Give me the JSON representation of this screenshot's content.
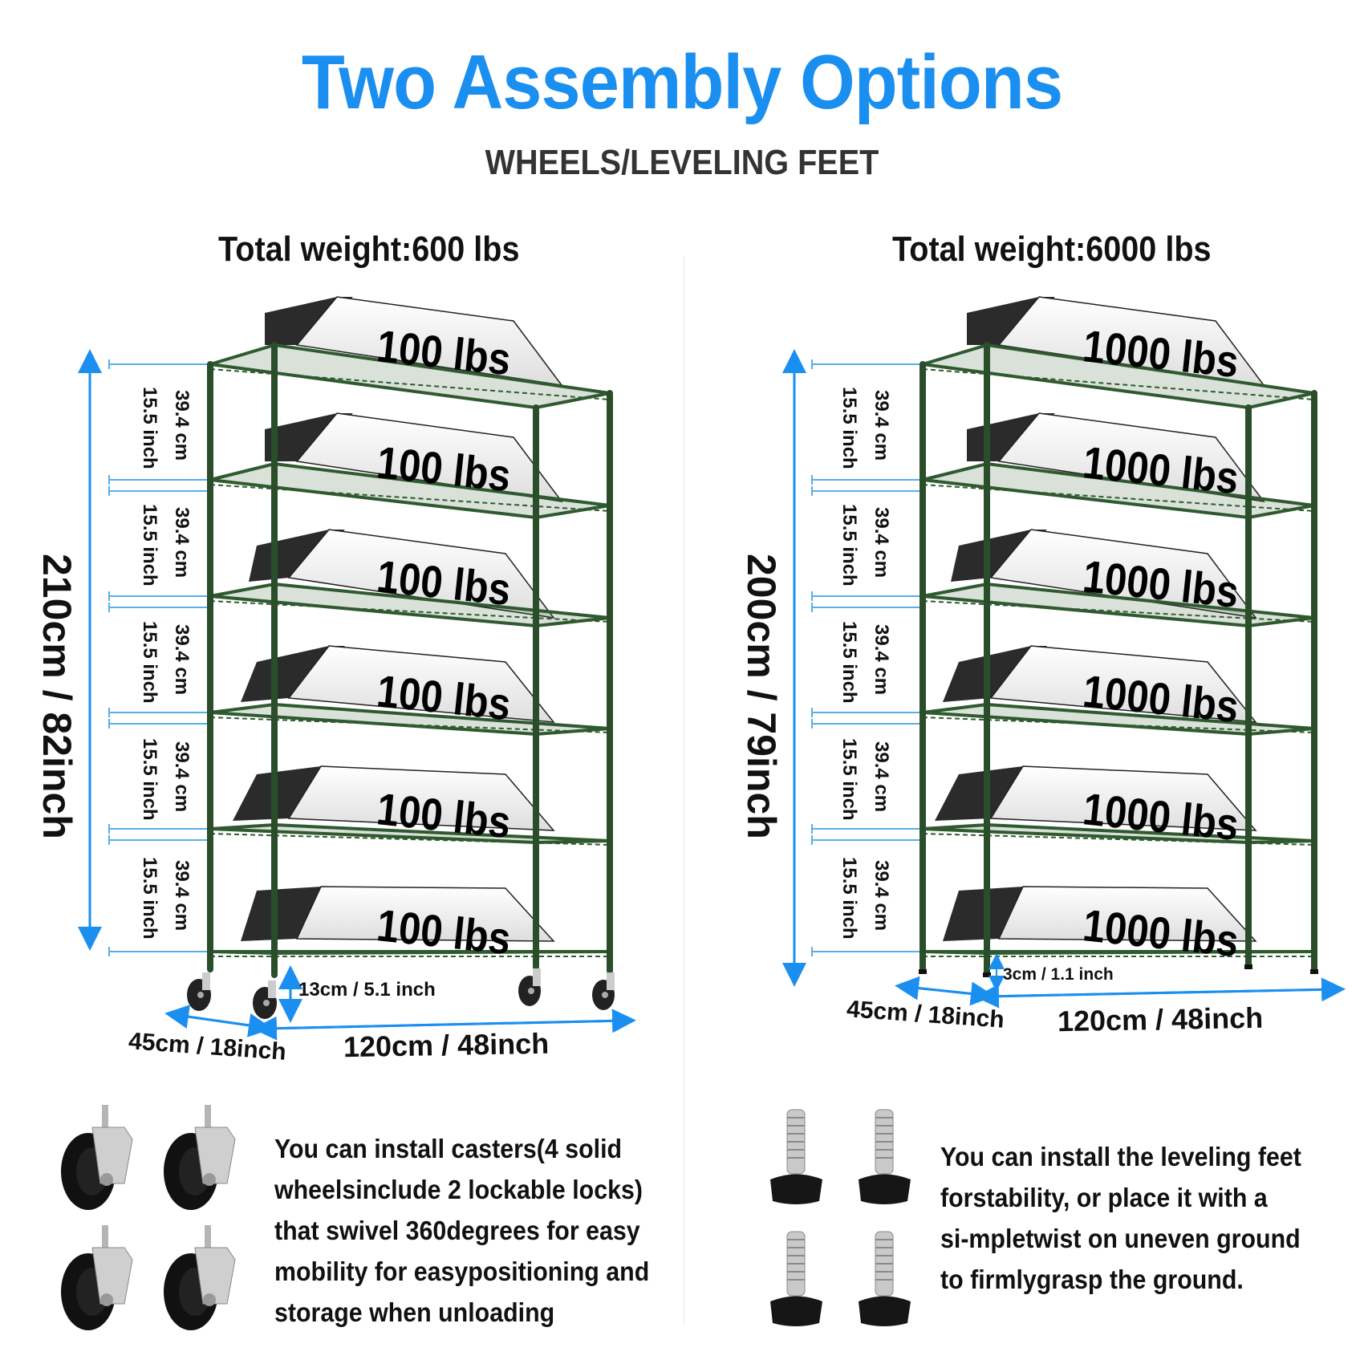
{
  "header": {
    "title": "Two Assembly Options",
    "subtitle": "WHEELS/LEVELING FEET"
  },
  "colors": {
    "accent_blue": "#1a8ff0",
    "dimension_line": "#5aaee8",
    "shelf_green": "#2f5a2f",
    "box_dark": "#2b2b2b",
    "box_light": "#f2f2f2"
  },
  "options": [
    {
      "id": "wheels",
      "total_weight": "Total weight:600 lbs",
      "shelf_loads": [
        "100 lbs",
        "100 lbs",
        "100 lbs",
        "100 lbs",
        "100 lbs",
        "100 lbs"
      ],
      "shelf_gaps": [
        {
          "cm": "39.4 cm",
          "inch": "15.5 inch"
        },
        {
          "cm": "39.4 cm",
          "inch": "15.5 inch"
        },
        {
          "cm": "39.4 cm",
          "inch": "15.5 inch"
        },
        {
          "cm": "39.4 cm",
          "inch": "15.5 inch"
        },
        {
          "cm": "39.4 cm",
          "inch": "15.5 inch"
        }
      ],
      "height": "210cm / 82inch",
      "base_clearance": "13cm / 5.1 inch",
      "depth": "45cm / 18inch",
      "width": "120cm / 48inch",
      "accessory": "caster-wheels",
      "description_lines": [
        "You can install casters(4 solid",
        "wheelsinclude 2 lockable locks)",
        "that swivel 360degrees for easy",
        "mobility for easypositioning and",
        "storage when unloading"
      ]
    },
    {
      "id": "leveling-feet",
      "total_weight": "Total weight:6000 lbs",
      "shelf_loads": [
        "1000 lbs",
        "1000 lbs",
        "1000 lbs",
        "1000 lbs",
        "1000 lbs",
        "1000 lbs"
      ],
      "shelf_gaps": [
        {
          "cm": "39.4 cm",
          "inch": "15.5 inch"
        },
        {
          "cm": "39.4 cm",
          "inch": "15.5 inch"
        },
        {
          "cm": "39.4 cm",
          "inch": "15.5 inch"
        },
        {
          "cm": "39.4 cm",
          "inch": "15.5 inch"
        },
        {
          "cm": "39.4 cm",
          "inch": "15.5 inch"
        }
      ],
      "height": "200cm / 79inch",
      "base_clearance": "3cm / 1.1 inch",
      "depth": "45cm / 18inch",
      "width": "120cm / 48inch",
      "accessory": "leveling-feet",
      "description_lines": [
        "You can install the leveling feet",
        "forstability, or place it with a",
        "si-mpletwist on uneven ground",
        "to firmlygrasp the ground."
      ]
    }
  ]
}
